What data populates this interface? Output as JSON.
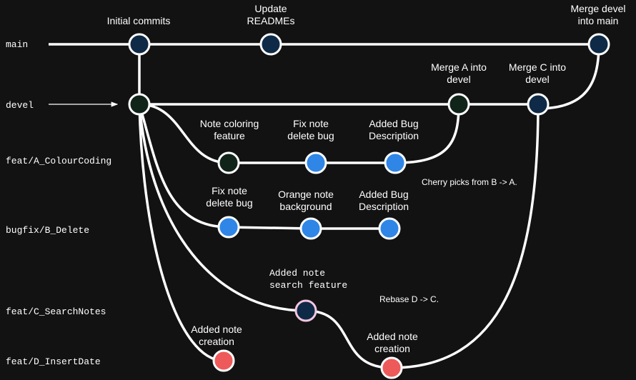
{
  "branches": {
    "main": "main",
    "devel": "devel",
    "feat_a": "feat/A_ColourCoding",
    "bugfix_b": "bugfix/B_Delete",
    "feat_c": "feat/C_SearchNotes",
    "feat_d": "feat/D_InsertDate"
  },
  "commits": {
    "initial": [
      "Initial commits"
    ],
    "update_readmes": [
      "Update",
      "READMEs"
    ],
    "merge_devel_main": [
      "Merge devel",
      "into main"
    ],
    "merge_a_devel": [
      "Merge A into",
      "devel"
    ],
    "merge_c_devel": [
      "Merge C into",
      "devel"
    ],
    "a1": [
      "Note coloring",
      "feature"
    ],
    "a2": [
      "Fix note",
      "delete bug"
    ],
    "a3": [
      "Added Bug",
      "Description"
    ],
    "b1": [
      "Fix note",
      "delete bug"
    ],
    "b2": [
      "Orange note",
      "background"
    ],
    "b3": [
      "Added Bug",
      "Description"
    ],
    "c1": [
      "Added note",
      "search feature"
    ],
    "c2": [
      "Added note",
      "creation"
    ],
    "d1": [
      "Added note",
      "creation"
    ]
  },
  "notes": {
    "cherry": "Cherry picks from B -> A.",
    "rebase": "Rebase D -> C."
  },
  "colors": {
    "background": "#121212",
    "line": "#ffffff",
    "navy_node": "#0e2a47",
    "dark_green_node": "#10241a",
    "blue_node": "#2f86e6",
    "red_node": "#ee5a5a",
    "pink_stroke": "#f4c6e0"
  }
}
